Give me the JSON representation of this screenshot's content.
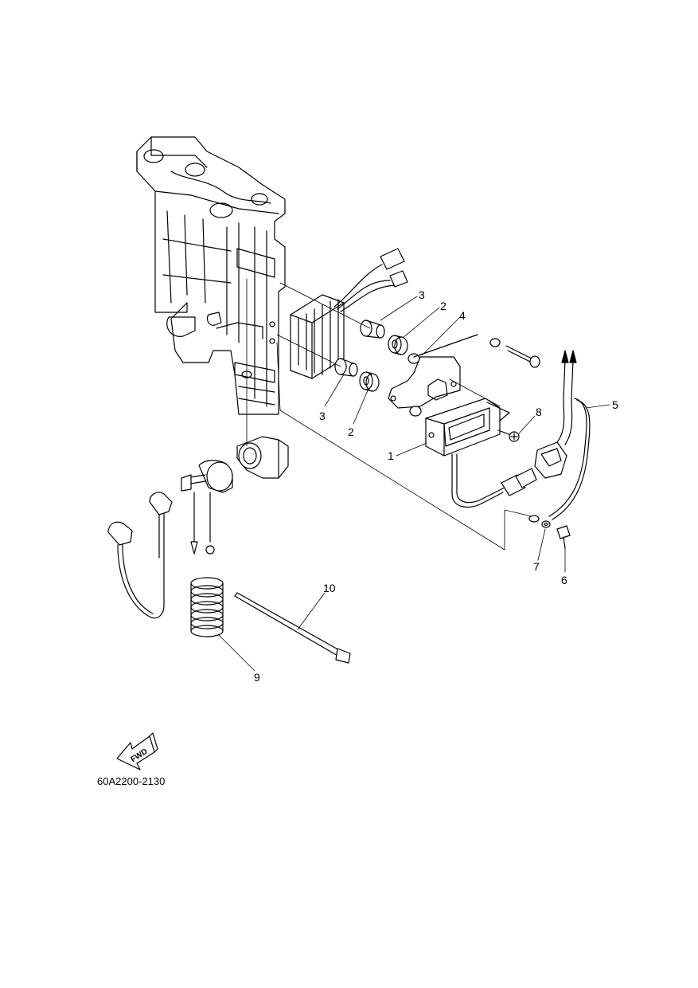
{
  "diagram": {
    "part_labels": {
      "p1": "1",
      "p2a": "2",
      "p2b": "2",
      "p3a": "3",
      "p3b": "3",
      "p4": "4",
      "p5": "5",
      "p6": "6",
      "p7": "7",
      "p8": "8",
      "p9": "9",
      "p10": "10"
    },
    "fwd_label": "FWD",
    "document_number": "60A2200-2130"
  }
}
